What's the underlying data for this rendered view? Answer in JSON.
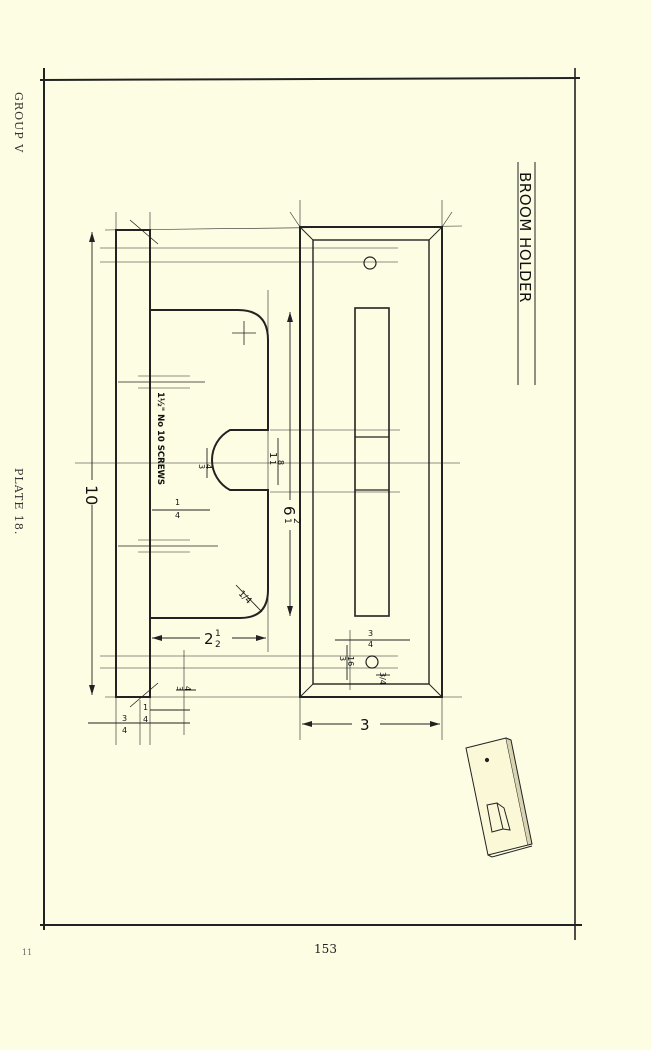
{
  "header": {
    "group": "GROUP V",
    "plate": "PLATE 18."
  },
  "drawing": {
    "title": "BROOM HOLDER",
    "screws_note": "1½\" No 10 SCREWS",
    "dims": {
      "length_whole": "10",
      "opening_whole": "6",
      "opening_frac_num": "1",
      "opening_frac_den": "2",
      "depth_whole": "2",
      "depth_frac_num": "1",
      "depth_frac_den": "2",
      "width": "3",
      "neck_frac_num": "1",
      "neck_frac_den": "8",
      "neck_whole": "1",
      "slot_dia_num": "3",
      "slot_dia_den": "4",
      "offset_num": "1",
      "offset_den": "4",
      "corner_radius": "1/4",
      "thick_num": "3",
      "thick_den": "4",
      "hole_num": "3",
      "hole_den": "16",
      "hole_off_num": "3",
      "hole_off_den": "4",
      "edge_num": "3",
      "edge_den": "4",
      "back_num": "1",
      "back_den": "4"
    }
  },
  "footer": {
    "page_number": "153",
    "folio": "11"
  }
}
